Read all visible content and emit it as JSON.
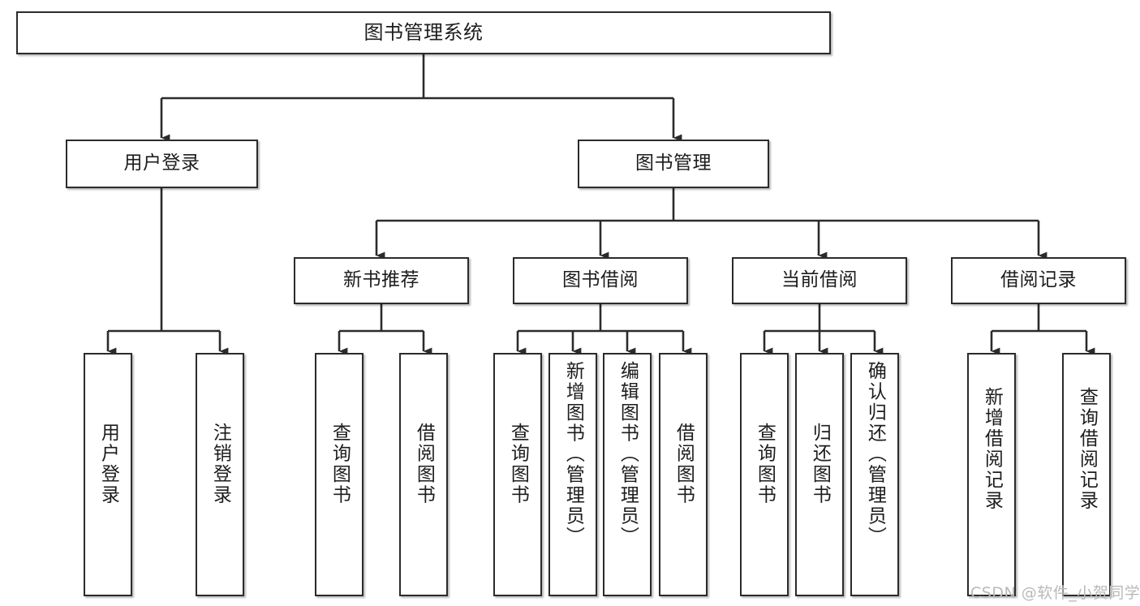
{
  "diagram": {
    "title": "图书管理系统",
    "watermark": "CSDN @软件_小贺同学",
    "line_color": "#2b2b2b",
    "box_fill": "#ffffff",
    "text_color": "#1d1d1d",
    "watermark_color": "#b9b9b9"
  },
  "nodes": {
    "root": {
      "label": "图书管理系统"
    },
    "level2": [
      {
        "label": "用户登录"
      },
      {
        "label": "图书管理"
      }
    ],
    "level3": [
      {
        "label": "新书推荐"
      },
      {
        "label": "图书借阅"
      },
      {
        "label": "当前借阅"
      },
      {
        "label": "借阅记录"
      }
    ],
    "leaves": {
      "user_login": [
        {
          "label": "用户登录"
        },
        {
          "label": "注销登录"
        }
      ],
      "new_book_recommend": [
        {
          "label": "查询图书"
        },
        {
          "label": "借阅图书"
        }
      ],
      "book_borrow": [
        {
          "label": "查询图书"
        },
        {
          "label": "新增图书（管理员）"
        },
        {
          "label": "编辑图书（管理员）"
        },
        {
          "label": "借阅图书"
        }
      ],
      "current_borrow": [
        {
          "label": "查询图书"
        },
        {
          "label": "归还图书"
        },
        {
          "label": "确认归还（管理员）"
        }
      ],
      "borrow_record": [
        {
          "label": "新增借阅记录"
        },
        {
          "label": "查询借阅记录"
        }
      ]
    }
  }
}
